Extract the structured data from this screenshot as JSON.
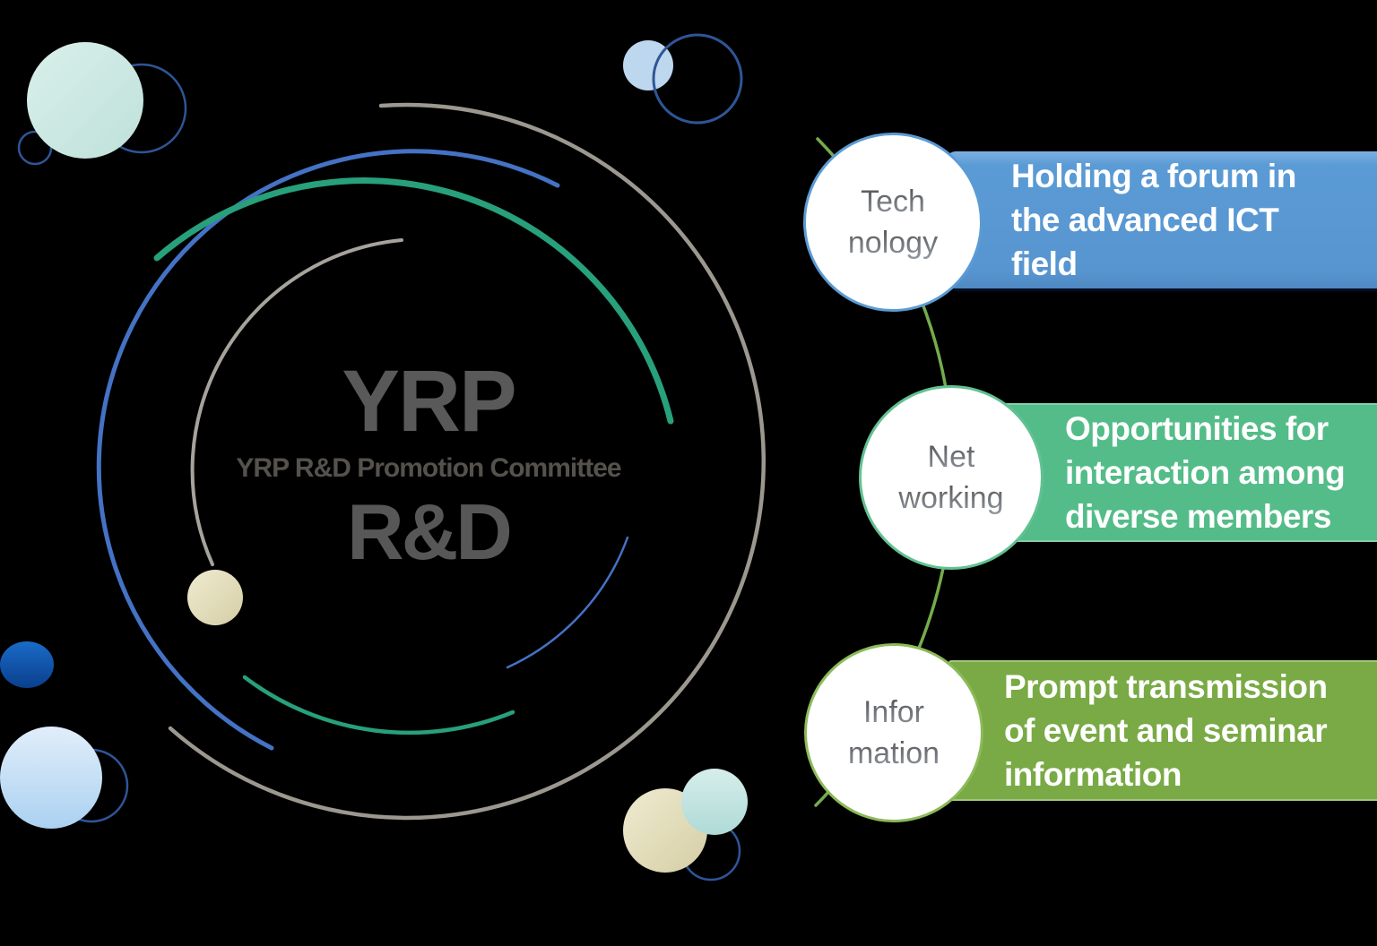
{
  "background_color": "#000000",
  "logo": {
    "main": "YRP",
    "subtitle": "YRP R&D Promotion Committee",
    "secondary": "R&D"
  },
  "nodes": [
    {
      "id": "technology",
      "label_lines": [
        "Tech",
        "nology"
      ],
      "banner_lines": [
        "Holding a forum in",
        "the advanced ICT",
        "field"
      ],
      "banner_color": "#5B9BD5",
      "circle_border_color": "#5B9BD5"
    },
    {
      "id": "networking",
      "label_lines": [
        "Net",
        "working"
      ],
      "banner_lines": [
        "Opportunities for",
        "interaction among",
        "diverse members"
      ],
      "banner_color": "#54BC88",
      "circle_border_color": "#62C192"
    },
    {
      "id": "information",
      "label_lines": [
        "Infor",
        "mation"
      ],
      "banner_lines": [
        "Prompt transmission",
        "of event and seminar",
        "information"
      ],
      "banner_color": "#79AA45",
      "circle_border_color": "#8CBA59"
    }
  ],
  "palette": {
    "arc_blue": "#4472C4",
    "arc_green": "#27A07B",
    "arc_gray_outer": "#9C9890",
    "arc_gray_inner": "#A6A29C",
    "connector_green": "#74AC4C",
    "ring_navy": "#2F5597",
    "dot_light_blue": "#BDD7EE",
    "text_gray": "#595959"
  }
}
